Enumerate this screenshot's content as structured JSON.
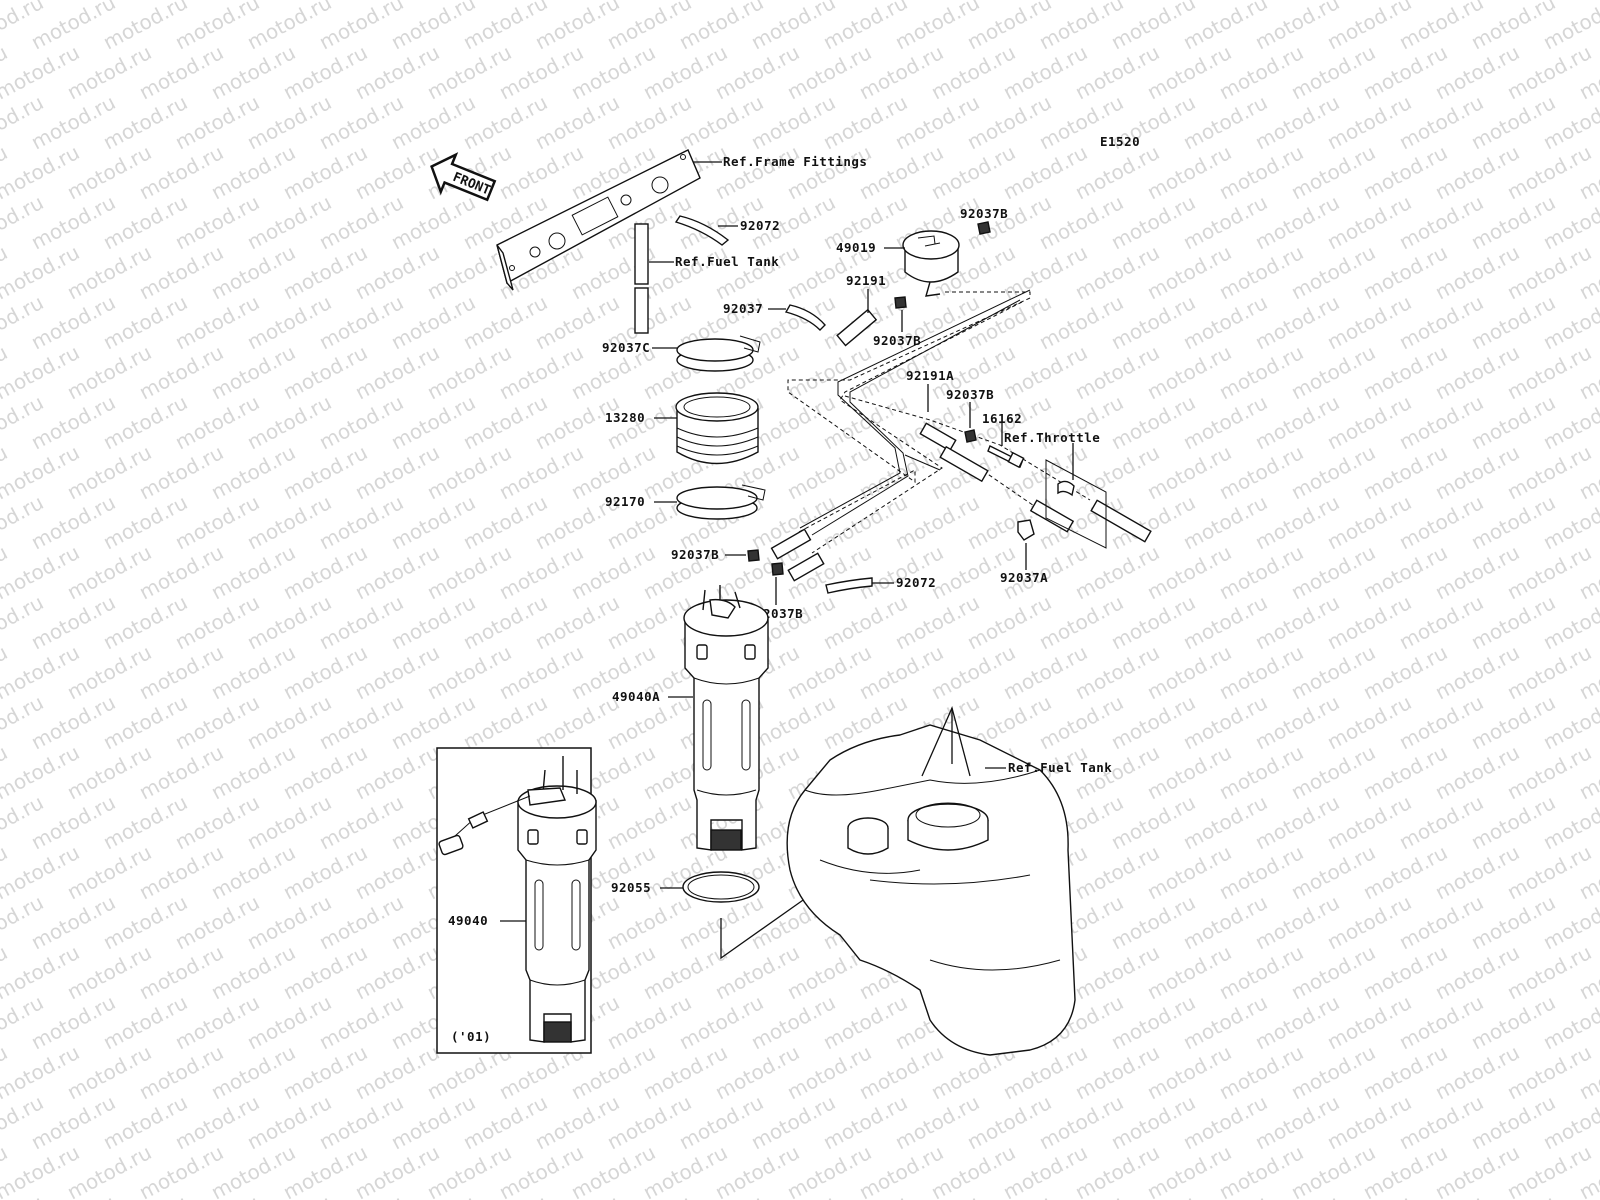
{
  "diagram": {
    "watermark": "motod.ru",
    "figure_code": "E1520",
    "front_marker": "FRONT",
    "labels": {
      "ref_frame_fittings": "Ref.Frame Fittings",
      "p92072_top": "92072",
      "ref_fuel_tank_top": "Ref.Fuel Tank",
      "p92037B_top": "92037B",
      "p49019": "49019",
      "p92191": "92191",
      "p92037": "92037",
      "p92037B_mid": "92037B",
      "p92037C": "92037C",
      "p92191A": "92191A",
      "p92037B_right": "92037B",
      "p16162": "16162",
      "ref_throttle": "Ref.Throttle",
      "p13280": "13280",
      "p92170": "92170",
      "p92037B_left": "92037B",
      "p92037B_lower": "92037B",
      "p92072_lower": "92072",
      "p92037A": "92037A",
      "p49040A": "49040A",
      "ref_fuel_tank_bottom": "Ref.Fuel Tank",
      "p92055": "92055",
      "p49040": "49040",
      "inset_year": "('01)"
    }
  }
}
